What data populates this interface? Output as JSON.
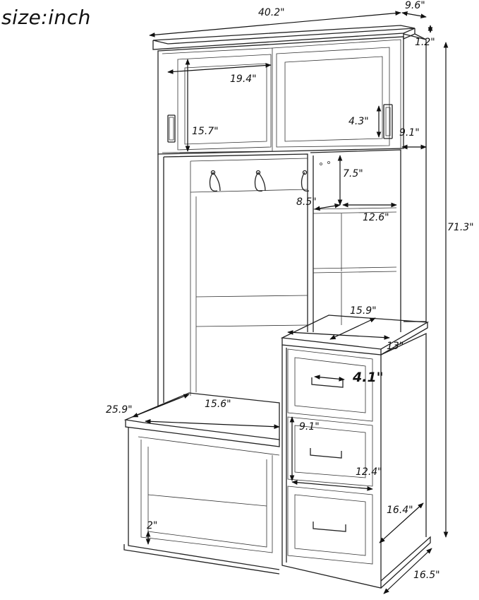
{
  "header": {
    "unit_label": "size:inch"
  },
  "dimensions": {
    "total_width": "40.2\"",
    "top_depth": "9.6\"",
    "crown_height": "1.2\"",
    "door_width": "19.4\"",
    "door_height": "15.7\"",
    "handle_length": "4.3\"",
    "cabinet_depth": "9.1\"",
    "total_height": "71.3\"",
    "shelf_height": "7.5\"",
    "shelf_depth": "8.5\"",
    "shelf_width": "12.6\"",
    "drawer_top_depth": "15.9\"",
    "drawer_top_width": "13\"",
    "drawer_handle": "4.1\"",
    "bench_depth": "25.9\"",
    "bench_width": "15.6\"",
    "drawer_height": "9.1\"",
    "drawer_width": "12.4\"",
    "side_depth": "16.4\"",
    "base_depth": "16.5\"",
    "toe_kick": "2\""
  }
}
